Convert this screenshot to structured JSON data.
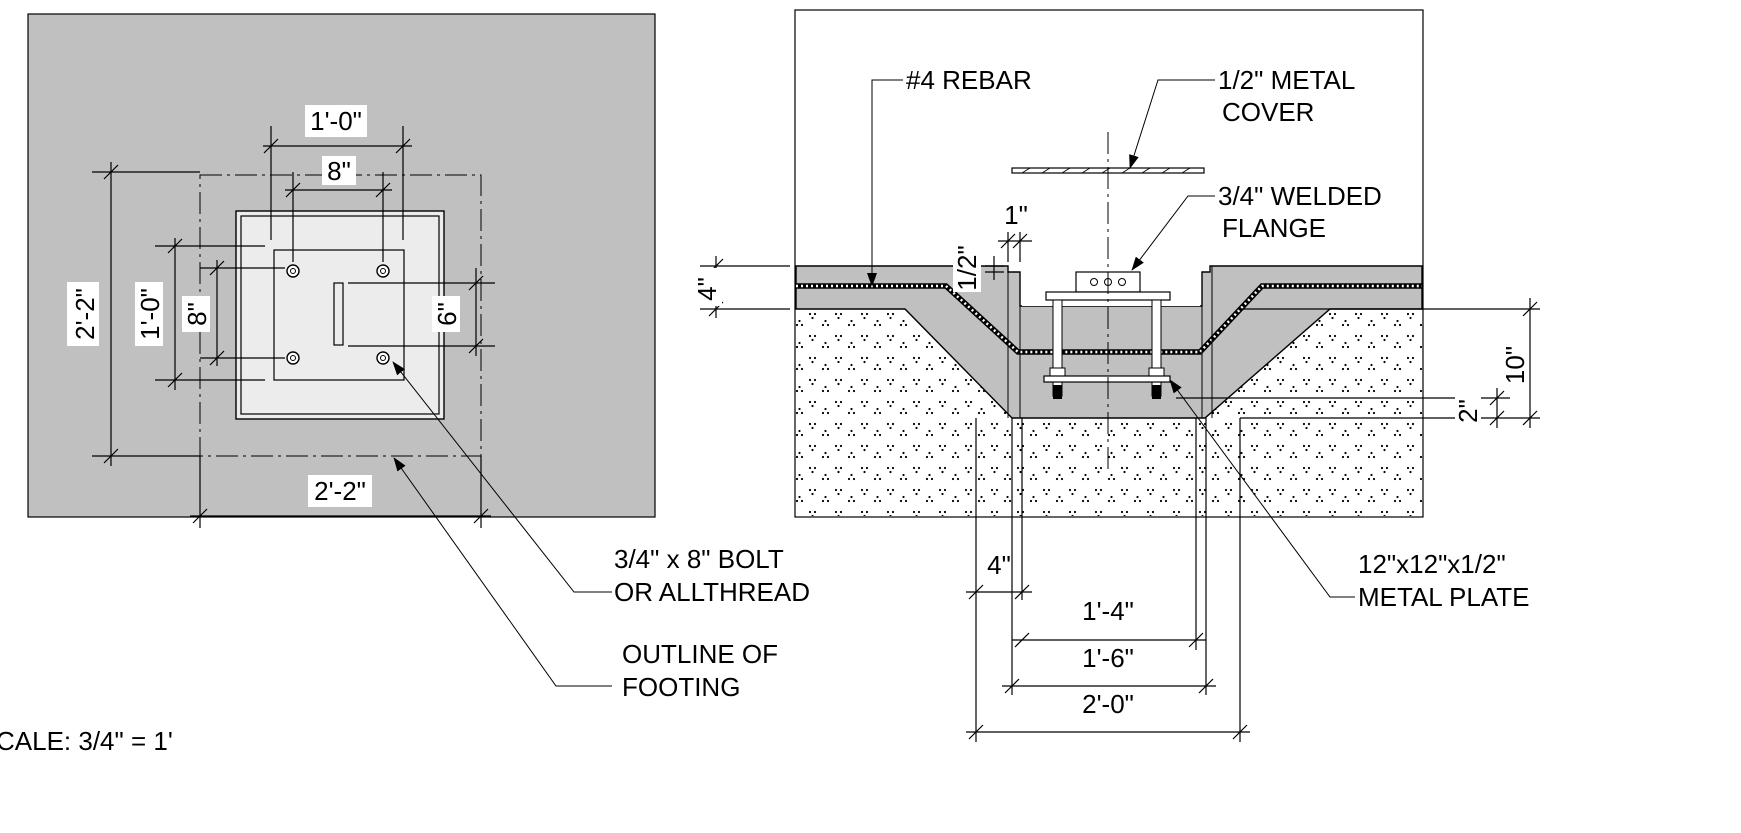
{
  "plan_view": {
    "dims": {
      "top_outer": "1'-0\"",
      "top_inner": "8\"",
      "left_outer": "2'-2\"",
      "left_mid": "1'-0\"",
      "left_inner": "8\"",
      "right_inner": "6\"",
      "bottom": "2'-2\""
    }
  },
  "section_view": {
    "dims": {
      "slab": "4\"",
      "flange_step": "1\"",
      "flange_offset": "1/2\"",
      "depth": "10\"",
      "plate_gap": "2\"",
      "bottom_4": "4\"",
      "bottom_1_4": "1'-4\"",
      "bottom_1_6": "1'-6\"",
      "bottom_2_0": "2'-0\""
    }
  },
  "callouts": {
    "rebar": "#4 REBAR",
    "cover_1": "1/2\" METAL",
    "cover_2": "COVER",
    "flange_1": "3/4\" WELDED",
    "flange_2": "FLANGE",
    "plate_1": "12\"x12\"x1/2\"",
    "plate_2": "METAL PLATE",
    "bolt_1": "3/4\" x 8\" BOLT",
    "bolt_2": "OR ALLTHREAD",
    "footing_1": "OUTLINE OF",
    "footing_2": "FOOTING"
  },
  "scale_note": "CALE: 3/4\" = 1'",
  "colors": {
    "concrete": "#c0c0c0",
    "plate": "#ececec",
    "line": "#000000"
  }
}
